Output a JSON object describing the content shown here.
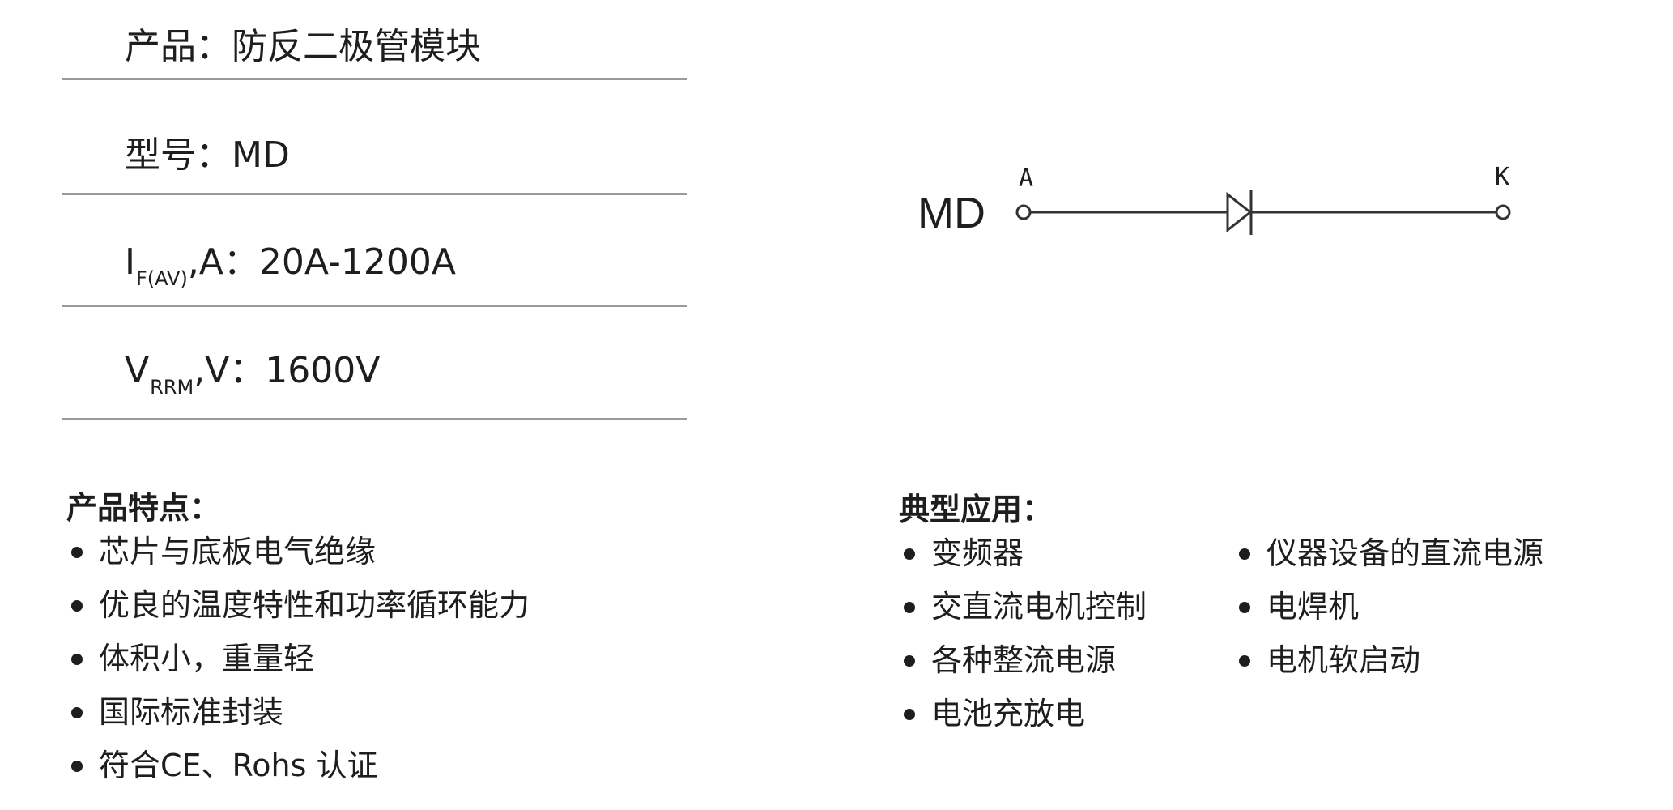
{
  "specs": {
    "product": "产品：防反二极管模块",
    "model": "型号：MD",
    "current": {
      "symbol": "I",
      "sub": "F(AV)",
      "rest": ",A：20A-1200A"
    },
    "voltage": {
      "symbol": "V",
      "sub": "RRM",
      "rest": ",V：1600V"
    }
  },
  "schematic": {
    "device_label": "MD",
    "anode_label": "A",
    "cathode_label": "K"
  },
  "features": {
    "heading": "产品特点：",
    "items": [
      "芯片与底板电气绝缘",
      "优良的温度特性和功率循环能力",
      "体积小，重量轻",
      "国际标准封装",
      "符合CE、Rohs 认证"
    ]
  },
  "applications": {
    "heading": "典型应用：",
    "column1": [
      "变频器",
      "交直流电机控制",
      "各种整流电源",
      "电池充放电"
    ],
    "column2": [
      "仪器设备的直流电源",
      "电焊机",
      "电机软启动"
    ]
  }
}
